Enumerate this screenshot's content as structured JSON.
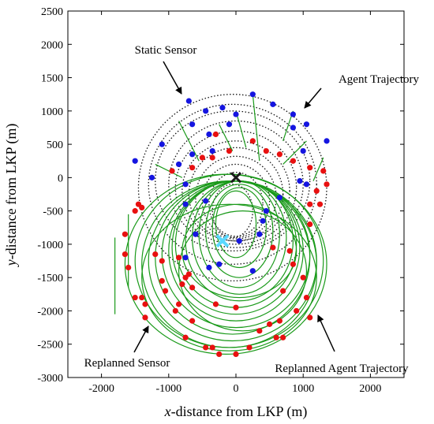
{
  "chart_data": {
    "type": "scatter",
    "xlabel_var": "x",
    "xlabel_rest": "-distance from LKP  (m)",
    "ylabel_var": "y",
    "ylabel_rest": "-distance from LKP  (m)",
    "xlim": [
      -2500,
      2500
    ],
    "ylim": [
      -3000,
      2500
    ],
    "xticks": [
      -2000,
      -1000,
      0,
      1000,
      2000
    ],
    "yticks": [
      2500,
      2000,
      1500,
      1000,
      500,
      0,
      -500,
      -1000,
      -1500,
      -2000,
      -2500,
      -3000
    ],
    "grid": false,
    "colors": {
      "static_sensor": "#1515e0",
      "replanned_sensor": "#e81010",
      "agent_trajectory": "#111111",
      "replanned_trajectory": "#1a9a1a",
      "lkp_marker": "#1a1a1a",
      "start_marker": "#5ad8ff"
    },
    "annotations": [
      {
        "text": "Static Sensor",
        "points_to": [
          -700,
          1150
        ]
      },
      {
        "text": "Agent Trajectory",
        "points_to": [
          1050,
          1050
        ]
      },
      {
        "text": "Replanned Sensor",
        "points_to": [
          -1350,
          -2300
        ]
      },
      {
        "text": "Replanned Agent Trajectory",
        "points_to": [
          1300,
          -2100
        ]
      }
    ],
    "markers": [
      {
        "name": "LKP",
        "shape": "x",
        "x": 0,
        "y": 0
      },
      {
        "name": "start",
        "shape": "x",
        "x": -200,
        "y": -950
      }
    ],
    "series": [
      {
        "name": "Static Sensor",
        "points": [
          [
            -700,
            1150
          ],
          [
            250,
            1250
          ],
          [
            -450,
            1000
          ],
          [
            -200,
            1050
          ],
          [
            0,
            950
          ],
          [
            550,
            1100
          ],
          [
            850,
            950
          ],
          [
            1050,
            800
          ],
          [
            -100,
            800
          ],
          [
            -650,
            800
          ],
          [
            -400,
            650
          ],
          [
            850,
            750
          ],
          [
            1350,
            550
          ],
          [
            -1100,
            500
          ],
          [
            -650,
            350
          ],
          [
            -350,
            400
          ],
          [
            1000,
            400
          ],
          [
            -1500,
            250
          ],
          [
            -1250,
            0
          ],
          [
            -850,
            200
          ],
          [
            -750,
            -100
          ],
          [
            950,
            -50
          ],
          [
            650,
            -300
          ],
          [
            -450,
            -350
          ],
          [
            450,
            -500
          ],
          [
            -750,
            -400
          ],
          [
            400,
            -650
          ],
          [
            -600,
            -850
          ],
          [
            350,
            -850
          ],
          [
            50,
            -950
          ],
          [
            -750,
            -1200
          ],
          [
            -400,
            -1350
          ],
          [
            -250,
            -1300
          ],
          [
            250,
            -1400
          ],
          [
            1050,
            -100
          ]
        ]
      },
      {
        "name": "Replanned Sensor",
        "points": [
          [
            -1400,
            -450
          ],
          [
            -1450,
            -400
          ],
          [
            -1500,
            -500
          ],
          [
            -1650,
            -850
          ],
          [
            -1650,
            -1150
          ],
          [
            -1600,
            -1350
          ],
          [
            -1500,
            -1800
          ],
          [
            -1400,
            -1800
          ],
          [
            -1350,
            -1900
          ],
          [
            -1350,
            -2100
          ],
          [
            -1200,
            -1150
          ],
          [
            -1100,
            -1250
          ],
          [
            -1100,
            -1550
          ],
          [
            -1050,
            -1700
          ],
          [
            -850,
            -1900
          ],
          [
            -800,
            -1600
          ],
          [
            -750,
            -1500
          ],
          [
            -700,
            -1450
          ],
          [
            -650,
            -1650
          ],
          [
            -850,
            -1200
          ],
          [
            -900,
            -2000
          ],
          [
            -650,
            -2150
          ],
          [
            -750,
            -2400
          ],
          [
            -450,
            -2550
          ],
          [
            -350,
            -2550
          ],
          [
            -250,
            -2650
          ],
          [
            0,
            -2650
          ],
          [
            200,
            -2550
          ],
          [
            350,
            -2300
          ],
          [
            -300,
            -1900
          ],
          [
            0,
            -1950
          ],
          [
            500,
            -2200
          ],
          [
            650,
            -2150
          ],
          [
            600,
            -2400
          ],
          [
            700,
            -2400
          ],
          [
            700,
            -1700
          ],
          [
            1000,
            -1500
          ],
          [
            1050,
            -1800
          ],
          [
            1100,
            -2100
          ],
          [
            900,
            -2000
          ],
          [
            850,
            -1300
          ],
          [
            800,
            -1100
          ],
          [
            1100,
            -400
          ],
          [
            1200,
            -200
          ],
          [
            1250,
            -400
          ],
          [
            1350,
            -100
          ],
          [
            1300,
            100
          ],
          [
            1100,
            150
          ],
          [
            850,
            250
          ],
          [
            650,
            350
          ],
          [
            450,
            400
          ],
          [
            250,
            550
          ],
          [
            -100,
            400
          ],
          [
            -300,
            650
          ],
          [
            -350,
            300
          ],
          [
            -650,
            150
          ],
          [
            -500,
            300
          ],
          [
            -950,
            100
          ],
          [
            1100,
            -700
          ],
          [
            550,
            -1050
          ]
        ]
      }
    ],
    "agent_trajectory_loops": [
      {
        "cx": -50,
        "cy": -150,
        "rx": 1400,
        "ry": 1400
      },
      {
        "cx": -50,
        "cy": -100,
        "rx": 1250,
        "ry": 1200
      },
      {
        "cx": -50,
        "cy": -50,
        "rx": 1150,
        "ry": 1050
      },
      {
        "cx": 0,
        "cy": -100,
        "rx": 1000,
        "ry": 950
      },
      {
        "cx": 0,
        "cy": -150,
        "rx": 900,
        "ry": 850
      },
      {
        "cx": 0,
        "cy": -200,
        "rx": 800,
        "ry": 750
      },
      {
        "cx": 0,
        "cy": -250,
        "rx": 700,
        "ry": 700
      },
      {
        "cx": 0,
        "cy": -300,
        "rx": 600,
        "ry": 620
      },
      {
        "cx": 0,
        "cy": -350,
        "rx": 500,
        "ry": 550
      },
      {
        "cx": 0,
        "cy": -400,
        "rx": 400,
        "ry": 480
      },
      {
        "cx": -50,
        "cy": -500,
        "rx": 300,
        "ry": 400
      }
    ],
    "replanned_trajectory_loops": [
      {
        "cx": -150,
        "cy": -1300,
        "rx": 1500,
        "ry": 1350
      },
      {
        "cx": -100,
        "cy": -1250,
        "rx": 1400,
        "ry": 1300
      },
      {
        "cx": -100,
        "cy": -1300,
        "rx": 1300,
        "ry": 1250
      },
      {
        "cx": -50,
        "cy": -1250,
        "rx": 1250,
        "ry": 1200
      },
      {
        "cx": -50,
        "cy": -1200,
        "rx": 1150,
        "ry": 1150
      },
      {
        "cx": 0,
        "cy": -1150,
        "rx": 1100,
        "ry": 1100
      },
      {
        "cx": 0,
        "cy": -1100,
        "rx": 1000,
        "ry": 1050
      },
      {
        "cx": 0,
        "cy": -1050,
        "rx": 950,
        "ry": 1000
      },
      {
        "cx": 0,
        "cy": -1000,
        "rx": 900,
        "ry": 950
      },
      {
        "cx": 50,
        "cy": -950,
        "rx": 800,
        "ry": 900
      },
      {
        "cx": 50,
        "cy": -900,
        "rx": 700,
        "ry": 850
      },
      {
        "cx": 50,
        "cy": -850,
        "rx": 600,
        "ry": 800
      },
      {
        "cx": 50,
        "cy": -800,
        "rx": 500,
        "ry": 700
      },
      {
        "cx": 50,
        "cy": -750,
        "rx": 400,
        "ry": 600
      },
      {
        "cx": 0,
        "cy": -700,
        "rx": 300,
        "ry": 500
      },
      {
        "cx": 50,
        "cy": -1100,
        "rx": 850,
        "ry": 700
      },
      {
        "cx": 100,
        "cy": -1400,
        "rx": 950,
        "ry": 900
      },
      {
        "cx": -100,
        "cy": -1500,
        "rx": 1300,
        "ry": 1100
      }
    ],
    "replanned_trajectory_spokes": [
      [
        [
          -1600,
          -550
        ],
        [
          -1600,
          -1650
        ]
      ],
      [
        [
          -1800,
          -900
        ],
        [
          -1800,
          -2050
        ]
      ],
      [
        [
          250,
          1250
        ],
        [
          350,
          250
        ]
      ],
      [
        [
          0,
          1000
        ],
        [
          150,
          450
        ]
      ],
      [
        [
          850,
          1000
        ],
        [
          700,
          550
        ]
      ],
      [
        [
          1050,
          550
        ],
        [
          700,
          200
        ]
      ],
      [
        [
          -850,
          850
        ],
        [
          -550,
          250
        ]
      ],
      [
        [
          -250,
          800
        ],
        [
          -50,
          400
        ]
      ],
      [
        [
          1300,
          300
        ],
        [
          1150,
          -50
        ]
      ],
      [
        [
          -1200,
          200
        ],
        [
          -800,
          0
        ]
      ]
    ]
  }
}
